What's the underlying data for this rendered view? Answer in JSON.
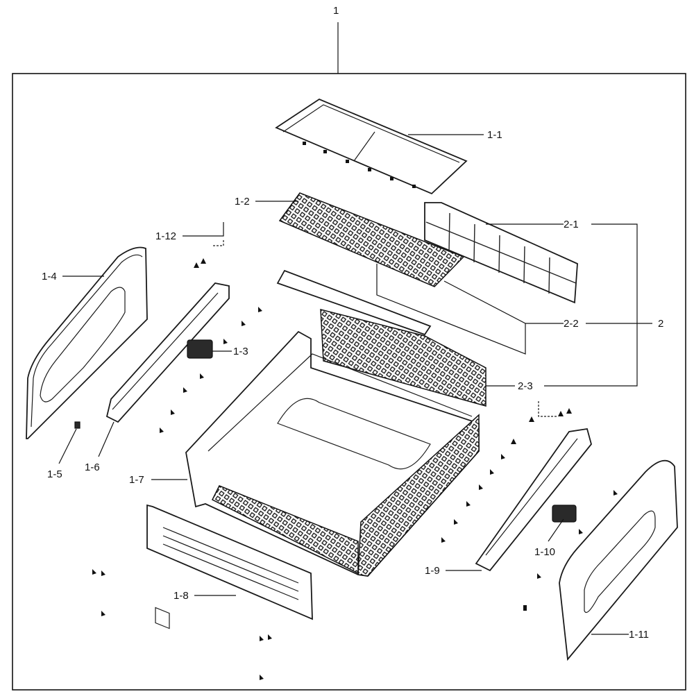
{
  "labels": {
    "assembly": "1",
    "p1_1": "1-1",
    "p1_2": "1-2",
    "p1_3": "1-3",
    "p1_4": "1-4",
    "p1_5": "1-5",
    "p1_6": "1-6",
    "p1_7": "1-7",
    "p1_8": "1-8",
    "p1_9": "1-9",
    "p1_10": "1-10",
    "p1_11": "1-11",
    "p1_12": "1-12",
    "p2": "2",
    "p2_1": "2-1",
    "p2_2": "2-2",
    "p2_3": "2-3"
  }
}
